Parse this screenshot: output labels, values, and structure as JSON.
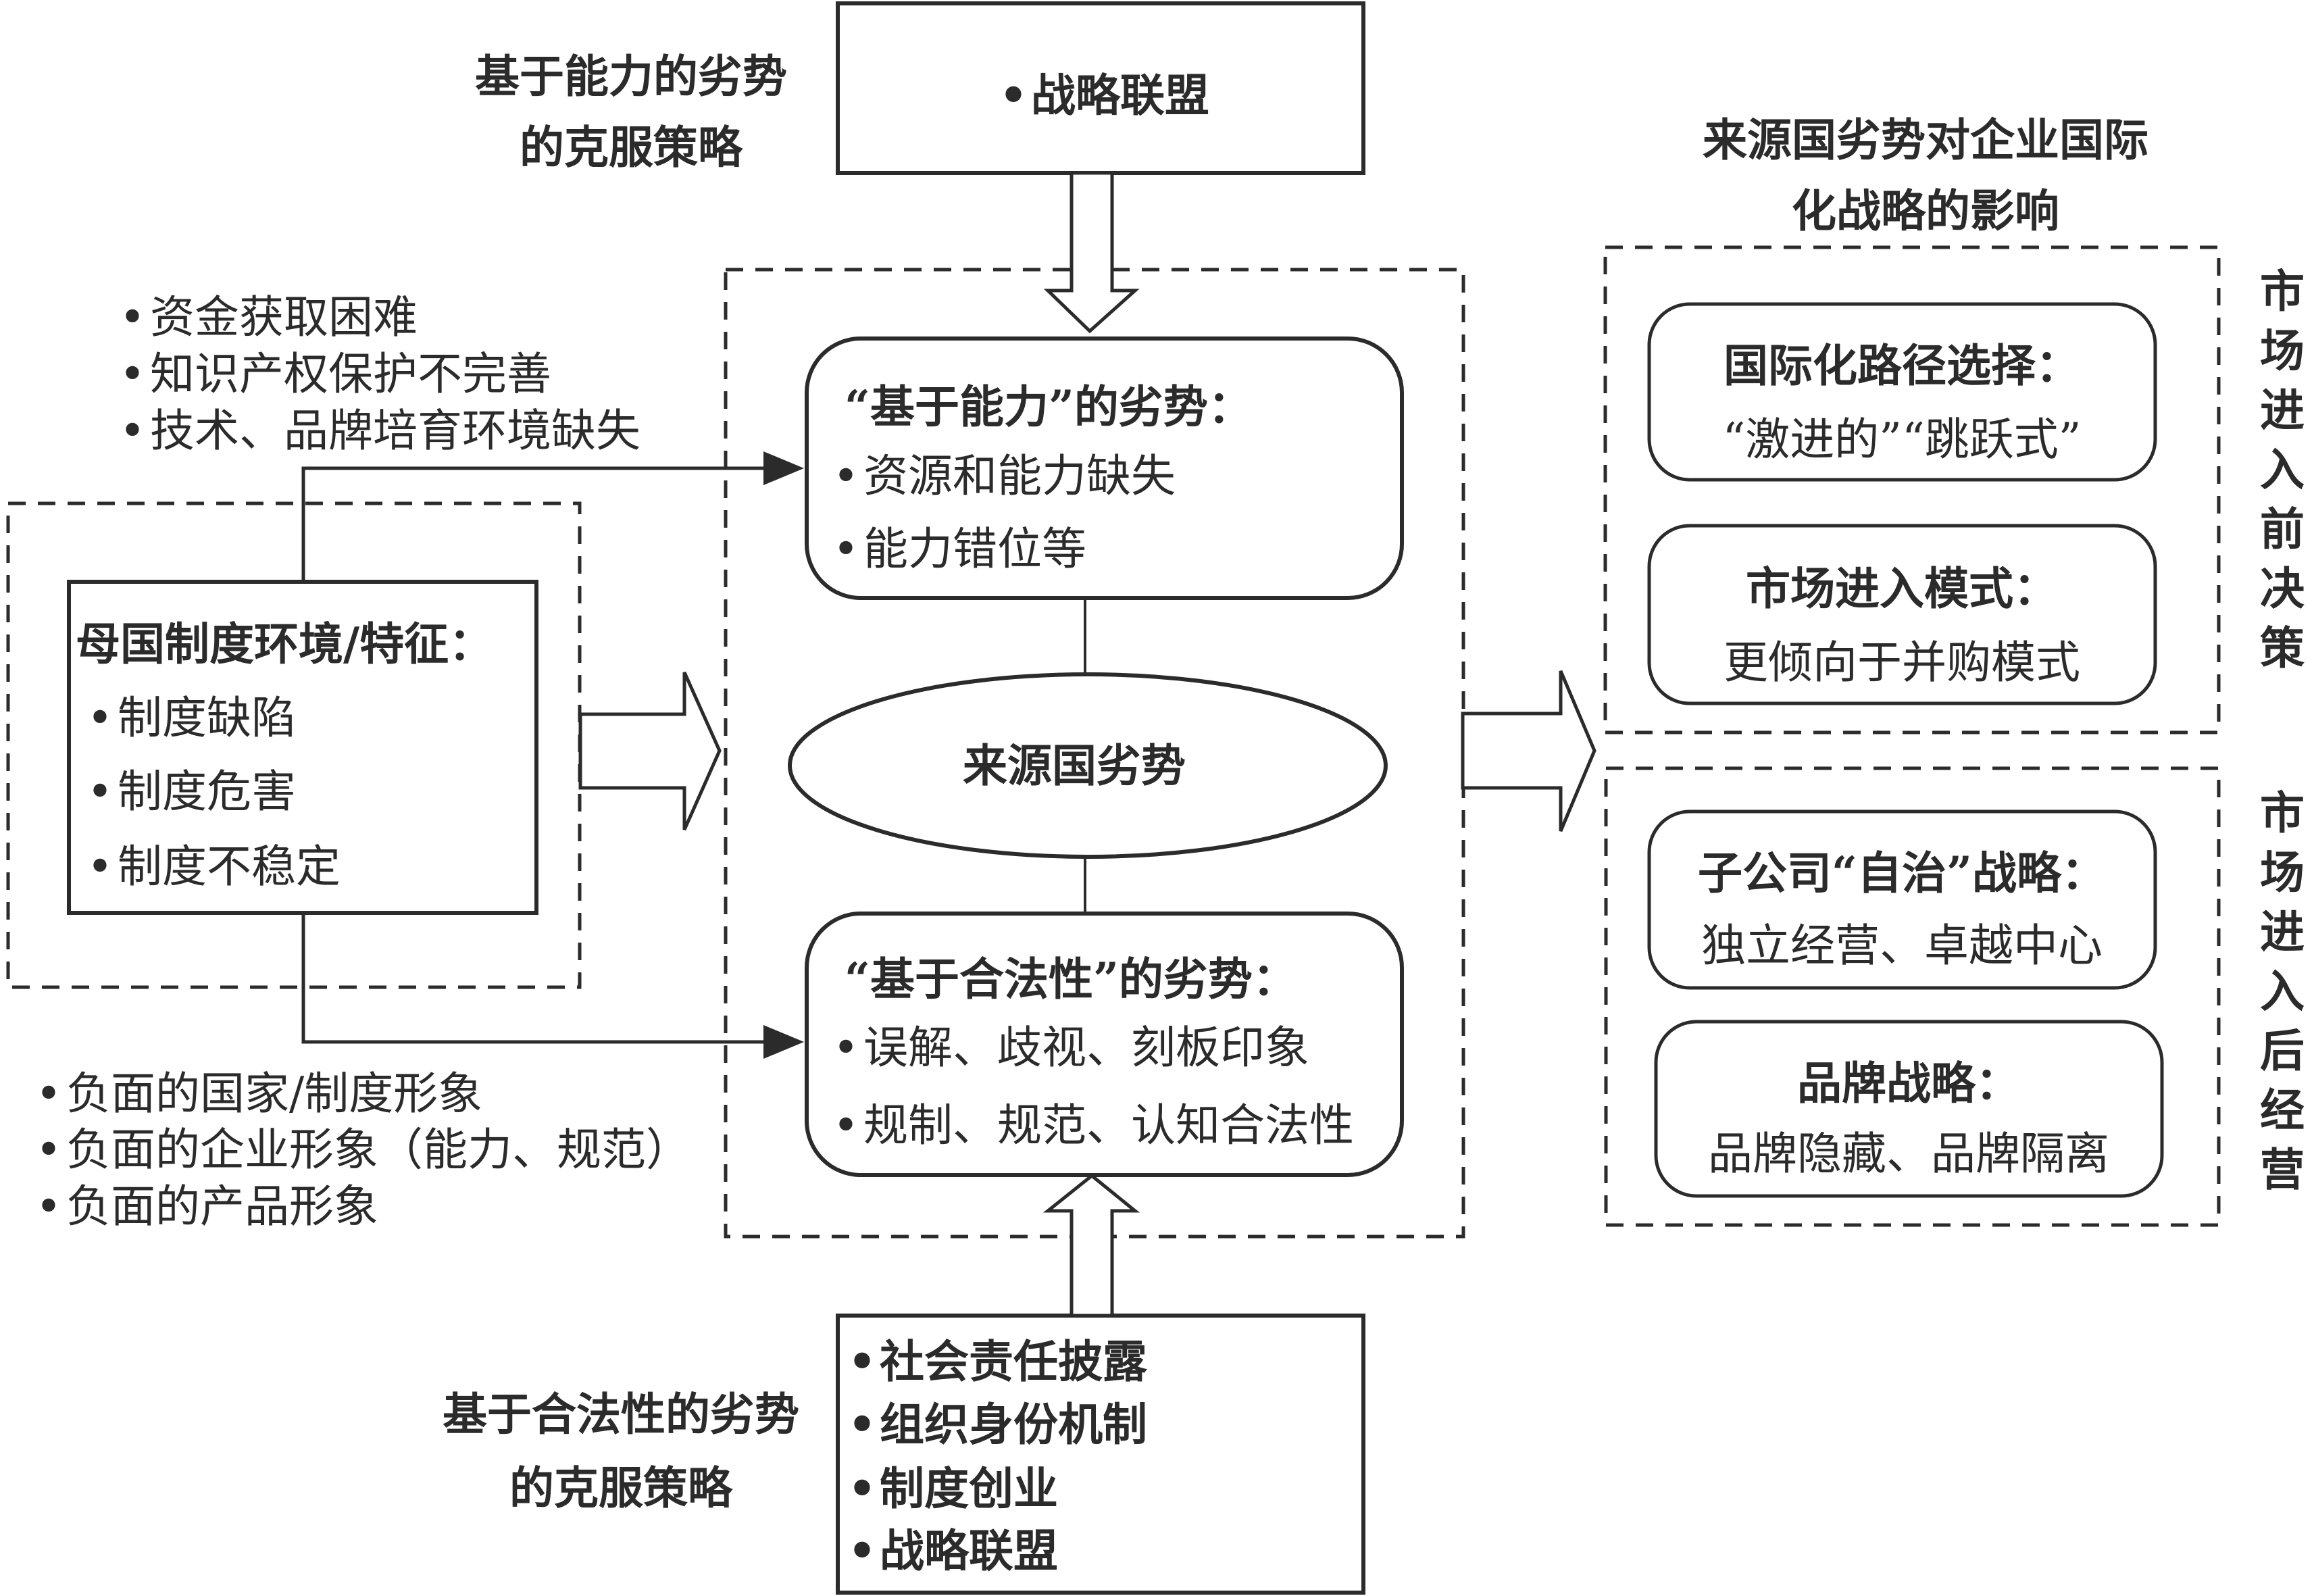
{
  "capability_strategy": {
    "label_lines": [
      "基于能力的劣势",
      "的克服策略"
    ],
    "items": [
      "战略联盟"
    ]
  },
  "legitimacy_strategy": {
    "label_lines": [
      "基于合法性的劣势",
      "的克服策略"
    ],
    "items": [
      "社会责任披露",
      "组织身份机制",
      "制度创业",
      "战略联盟"
    ]
  },
  "capability_factors": [
    "资金获取困难",
    "知识产权保护不完善",
    "技术、品牌培育环境缺失"
  ],
  "legitimacy_factors": [
    "负面的国家/制度形象",
    "负面的企业形象（能力、规范）",
    "负面的产品形象"
  ],
  "home_institution": {
    "title": "母国制度环境/特征：",
    "items": [
      "制度缺陷",
      "制度危害",
      "制度不稳定"
    ]
  },
  "capability_liability": {
    "title": "“基于能力”的劣势：",
    "items": [
      "资源和能力缺失",
      "能力错位等"
    ]
  },
  "center": {
    "label": "来源国劣势"
  },
  "legitimacy_liability": {
    "title": "“基于合法性”的劣势：",
    "items": [
      "误解、歧视、刻板印象",
      "规制、规范、认知合法性"
    ]
  },
  "impact": {
    "title_lines": [
      "来源国劣势对企业国际",
      "化战略的影响"
    ],
    "pre_entry": {
      "side_label": "市场进入前决策",
      "boxes": [
        {
          "title": "国际化路径选择：",
          "body": "“激进的”“跳跃式”"
        },
        {
          "title": "市场进入模式：",
          "body": "更倾向于并购模式"
        }
      ]
    },
    "post_entry": {
      "side_label": "市场进入后经营",
      "boxes": [
        {
          "title": "子公司“自治”战略：",
          "body": "独立经营、卓越中心"
        },
        {
          "title": "品牌战略：",
          "body": "品牌隐藏、品牌隔离"
        }
      ]
    }
  }
}
